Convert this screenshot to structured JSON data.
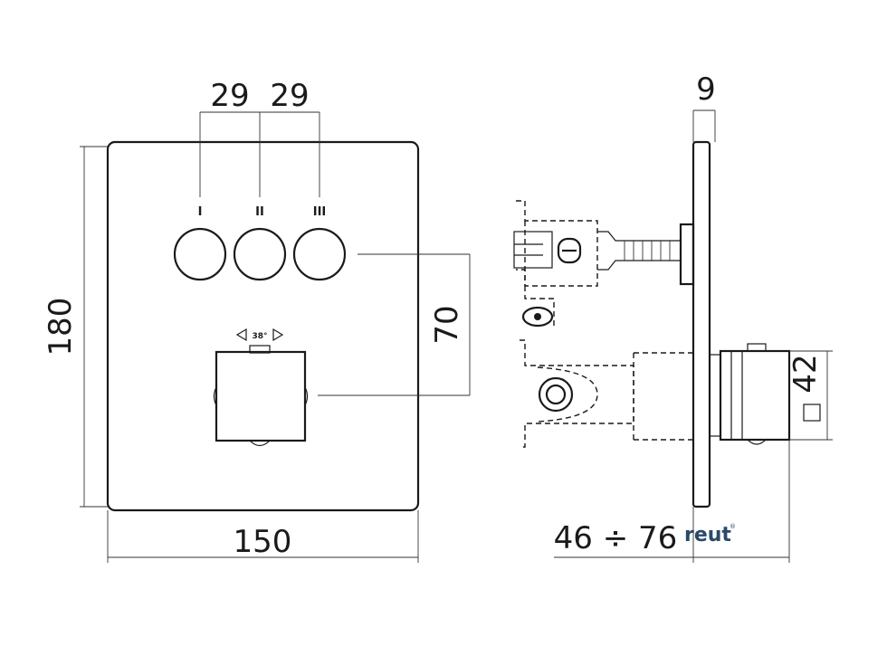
{
  "dimensions": {
    "spacing_left": "29",
    "spacing_right": "29",
    "height": "180",
    "width": "150",
    "vertical_offset": "70",
    "plate_thickness": "9",
    "handle_square": "42",
    "depth_range": "46 ÷ 76"
  },
  "button_labels": [
    "I",
    "II",
    "III"
  ],
  "rotation_label": "38°",
  "brand": {
    "name": "reut",
    "mark": "®",
    "color": "#2a4a6a"
  },
  "colors": {
    "line": "#1a1a1a",
    "background": "#ffffff"
  }
}
